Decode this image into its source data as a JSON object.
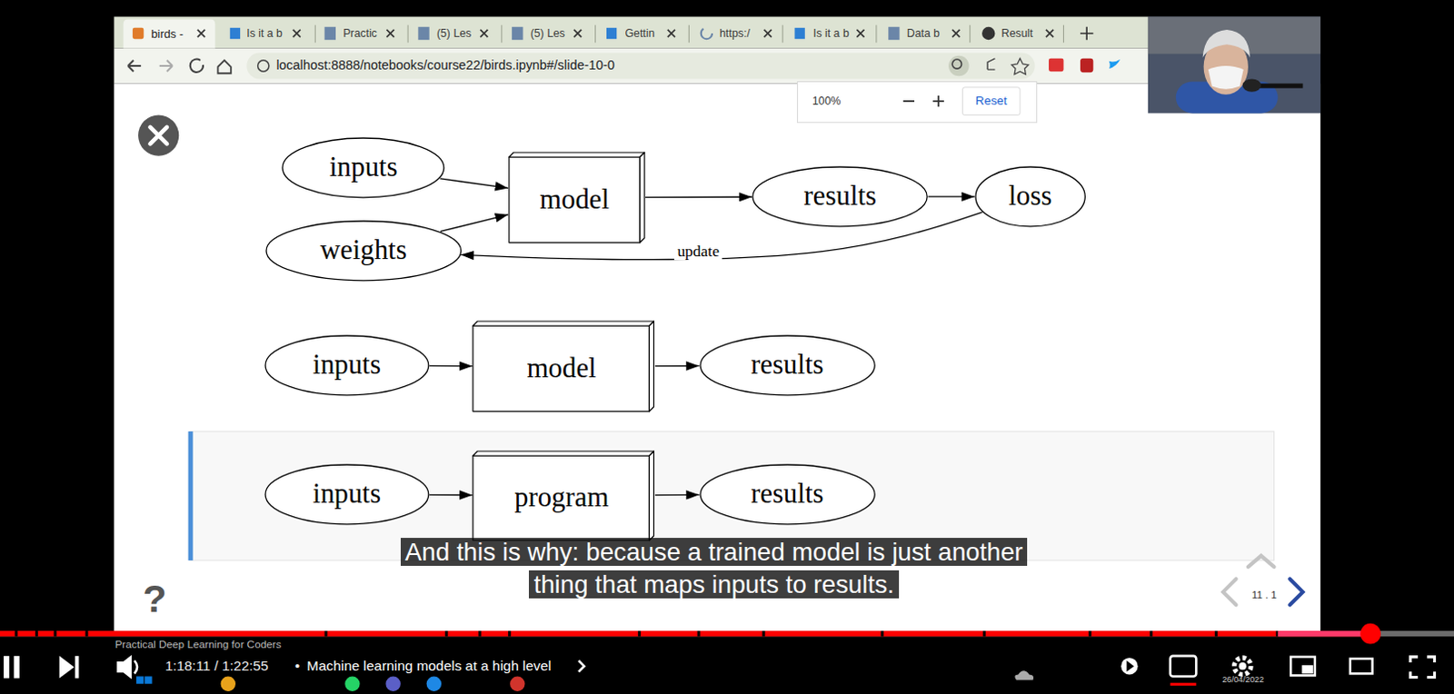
{
  "diagram": {
    "nodes": [
      {
        "text": [
          "inputs"
        ]
      },
      {
        "text": [
          "model"
        ]
      },
      {
        "text": [
          "results"
        ]
      },
      {
        "text": [
          "loss"
        ]
      },
      {
        "text": [
          "weights"
        ]
      },
      {
        "text": [
          "inputs"
        ]
      },
      {
        "text": [
          "model"
        ]
      },
      {
        "text": [
          "results"
        ]
      },
      {
        "text": [
          "inputs"
        ]
      },
      {
        "text": [
          "program"
        ]
      },
      {
        "text": [
          "results"
        ]
      }
    ],
    "edges": [
      {
        "from": 0,
        "to": 1,
        "arrow": "to"
      },
      {
        "from": 4,
        "to": 1,
        "arrow": "to"
      },
      {
        "from": 1,
        "to": 2,
        "arrow": "to"
      },
      {
        "from": 2,
        "to": 3,
        "arrow": "to"
      },
      {
        "from": 3,
        "to": 4,
        "label": "update",
        "arrow": "to"
      },
      {
        "from": 5,
        "to": 6,
        "arrow": "to"
      },
      {
        "from": 6,
        "to": 7,
        "arrow": "to"
      },
      {
        "from": 8,
        "to": 9,
        "arrow": "to"
      },
      {
        "from": 9,
        "to": 10,
        "arrow": "to"
      }
    ],
    "labels": [
      "birds -",
      "Is it a b",
      "Practic",
      "(5) Les",
      "(5) Les",
      "Gettin",
      "https:/",
      "Is it a b",
      "Data b",
      "Result",
      "localhost:8888/notebooks/course22/birds.ipynb#/slide-10-0",
      "100%",
      "Reset",
      "?",
      "11 . 1",
      "And this is why: because a trained model is just another thing that maps inputs to results.",
      "Practical Deep Learning for Coders",
      "1:18:11 / 1:22:55",
      "•",
      "Machine learning models at a high level",
      "26/04/2022"
    ]
  }
}
